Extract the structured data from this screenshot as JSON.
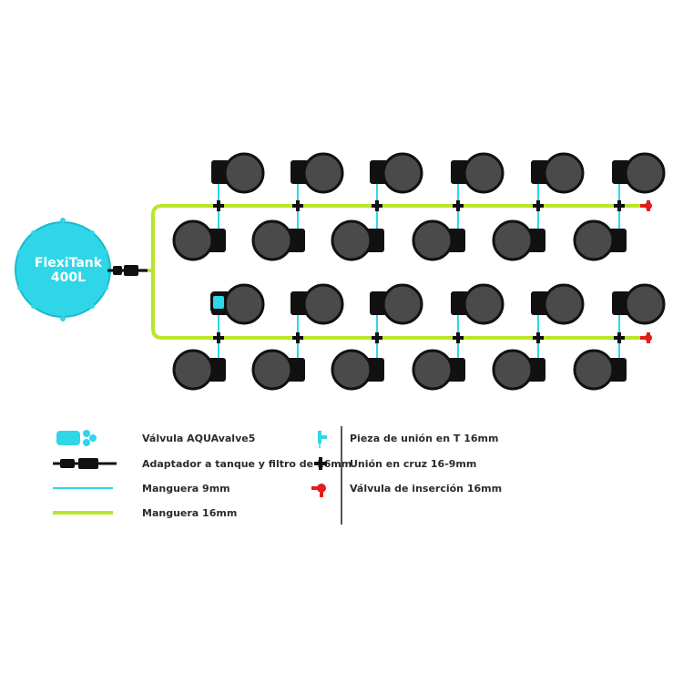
{
  "tank": {
    "name": "FlexiTank",
    "capacity": "400L"
  },
  "legend": {
    "left": [
      {
        "key": "aquavalve",
        "label": "Válvula AQUAvalve5"
      },
      {
        "key": "adapter",
        "label": "Adaptador a tanque y filtro de 16mm"
      },
      {
        "key": "hose9",
        "label": "Manguera 9mm"
      },
      {
        "key": "hose16",
        "label": "Manguera 16mm"
      }
    ],
    "right": [
      {
        "key": "tee",
        "label": "Pieza de unión en T 16mm"
      },
      {
        "key": "cross",
        "label": "Unión en cruz 16-9mm"
      },
      {
        "key": "valve",
        "label": "Válvula de inserción 16mm"
      }
    ]
  },
  "colors": {
    "hose16": "#b8e62b",
    "hose9": "#2fd6e8",
    "tank": "#2fd6e8",
    "pot": "#4a4a4a",
    "fitting": "#111111",
    "endValve": "#e31d1d"
  }
}
